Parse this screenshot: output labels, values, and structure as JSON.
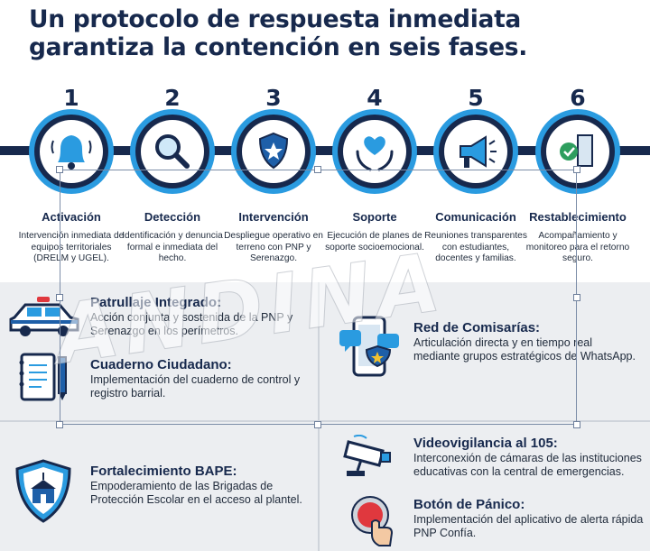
{
  "title": "Un protocolo de respuesta inmediata garantiza la contención en seis fases.",
  "colors": {
    "navy": "#17294d",
    "accent": "#2a9be0",
    "panel": "#eceef1"
  },
  "phases": [
    {
      "number": "1",
      "title": "Activación",
      "desc": "Intervención inmediata de equipos territoriales (DRELM y UGEL).",
      "icon": "bell-icon"
    },
    {
      "number": "2",
      "title": "Detección",
      "desc": "Identificación y denuncia formal e inmediata del hecho.",
      "icon": "magnifier-icon"
    },
    {
      "number": "3",
      "title": "Intervención",
      "desc": "Despliegue operativo en terreno con PNP y Serenazgo.",
      "icon": "police-badge-icon"
    },
    {
      "number": "4",
      "title": "Soporte",
      "desc": "Ejecución de planes de soporte socioemocional.",
      "icon": "heart-hands-icon"
    },
    {
      "number": "5",
      "title": "Comunicación",
      "desc": "Reuniones transparentes con estudiantes, docentes y familias.",
      "icon": "megaphone-icon"
    },
    {
      "number": "6",
      "title": "Restablecimiento",
      "desc": "Acompañamiento y monitoreo para el retorno seguro.",
      "icon": "door-check-icon"
    }
  ],
  "features": {
    "patrullaje": {
      "title": "Patrullaje Integrado:",
      "desc": "Acción conjunta y sostenida de la PNP y Serenazgo en los perímetros.",
      "icon": "police-car-icon"
    },
    "cuaderno": {
      "title": "Cuaderno Ciudadano:",
      "desc": "Implementación del cuaderno de control y registro barrial.",
      "icon": "notebook-icon"
    },
    "comisarias": {
      "title": "Red de Comisarías:",
      "desc": "Articulación directa y en tiempo real mediante grupos estratégicos de WhatsApp.",
      "icon": "phone-chat-icon"
    },
    "bape": {
      "title": "Fortalecimiento BAPE:",
      "desc": "Empoderamiento de las Brigadas de Protección Escolar en el acceso al plantel.",
      "icon": "school-shield-icon"
    },
    "videovigilancia": {
      "title": "Videovigilancia al 105:",
      "desc": "Interconexión de cámaras de las instituciones educativas con la central de emergencias.",
      "icon": "cctv-camera-icon"
    },
    "panico": {
      "title": "Botón de Pánico:",
      "desc": "Implementación del aplicativo de alerta rápida PNP Confía.",
      "icon": "panic-button-icon"
    }
  },
  "watermark": "ANDINA"
}
